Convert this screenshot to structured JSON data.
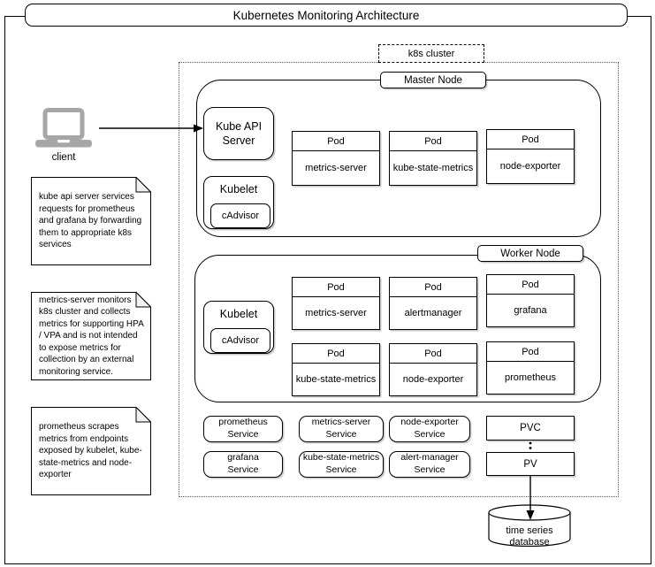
{
  "title": "Kubernetes Monitoring Architecture",
  "cluster_label": "k8s cluster",
  "client_label": "client",
  "master_node": {
    "label": "Master Node",
    "kube_api_server": "Kube API Server",
    "kubelet": "Kubelet",
    "cadvisor": "cAdvisor",
    "pods": [
      {
        "header": "Pod",
        "name": "metrics-server"
      },
      {
        "header": "Pod",
        "name": "kube-state-metrics"
      },
      {
        "header": "Pod",
        "name": "node-exporter"
      }
    ]
  },
  "worker_node": {
    "label": "Worker Node",
    "kubelet": "Kubelet",
    "cadvisor": "cAdvisor",
    "pods_row1": [
      {
        "header": "Pod",
        "name": "metrics-server"
      },
      {
        "header": "Pod",
        "name": "alertmanager"
      },
      {
        "header": "Pod",
        "name": "grafana"
      }
    ],
    "pods_row2": [
      {
        "header": "Pod",
        "name": "kube-state-metrics"
      },
      {
        "header": "Pod",
        "name": "node-exporter"
      },
      {
        "header": "Pod",
        "name": "prometheus"
      }
    ]
  },
  "services": {
    "row1": [
      {
        "name": "prometheus",
        "type": "Service"
      },
      {
        "name": "metrics-server",
        "type": "Service"
      },
      {
        "name": "node-exporter",
        "type": "Service"
      }
    ],
    "row2": [
      {
        "name": "grafana",
        "type": "Service"
      },
      {
        "name": "kube-state-metrics",
        "type": "Service"
      },
      {
        "name": "alert-manager",
        "type": "Service"
      }
    ]
  },
  "storage": {
    "pvc": "PVC",
    "pv": "PV",
    "database_line1": "time series",
    "database_line2": "database"
  },
  "notes": [
    {
      "text": "kube api server services requests for prometheus and grafana by forwarding them to appropriate k8s services"
    },
    {
      "text": "metrics-server monitors k8s cluster and collects metrics for supporting HPA / VPA and is not intended to expose metrics for collection by an external monitoring service."
    },
    {
      "text": "prometheus scrapes metrics from endpoints exposed by kubelet, kube-state-metrics and node-exporter"
    }
  ],
  "colors": {
    "stroke": "#000000",
    "laptop_gray": "#a6a6a6",
    "note_fold": "#f2f2f2"
  }
}
